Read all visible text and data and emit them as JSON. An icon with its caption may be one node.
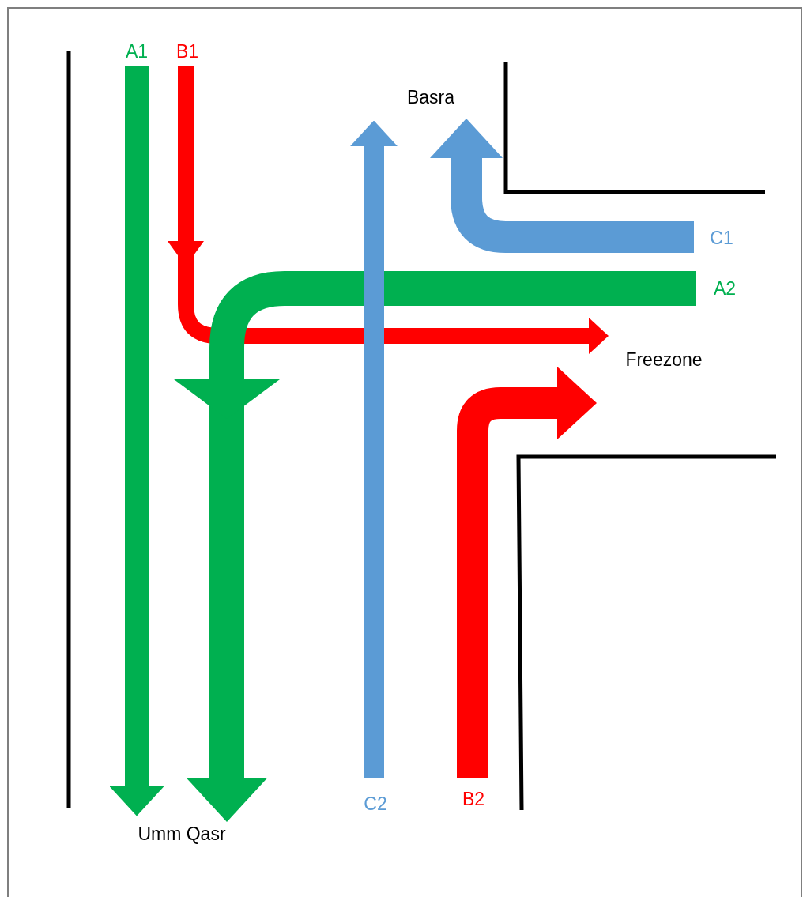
{
  "diagram": {
    "nodes": [
      {
        "text": [
          "A1"
        ]
      },
      {
        "text": [
          "B1"
        ]
      },
      {
        "text": [
          "Basra"
        ]
      },
      {
        "text": [
          "C1"
        ]
      },
      {
        "text": [
          "A2"
        ]
      },
      {
        "text": [
          "Freezone"
        ]
      },
      {
        "text": [
          "C2"
        ]
      },
      {
        "text": [
          "B2"
        ]
      },
      {
        "text": [
          "Umm Qasr"
        ]
      }
    ],
    "edges": [
      {
        "from": 0,
        "to": 8,
        "arrow": "to",
        "color": "#00b050"
      },
      {
        "from": 1,
        "to": 5,
        "arrow": "to",
        "color": "#ff0000"
      },
      {
        "from": 3,
        "to": 2,
        "arrow": "to",
        "color": "#5b9bd5"
      },
      {
        "from": 4,
        "to": 8,
        "arrow": "to",
        "color": "#00b050"
      },
      {
        "from": 6,
        "to": 2,
        "arrow": "to",
        "color": "#5b9bd5"
      },
      {
        "from": 7,
        "to": 5,
        "arrow": "to",
        "color": "#ff0000"
      }
    ]
  }
}
